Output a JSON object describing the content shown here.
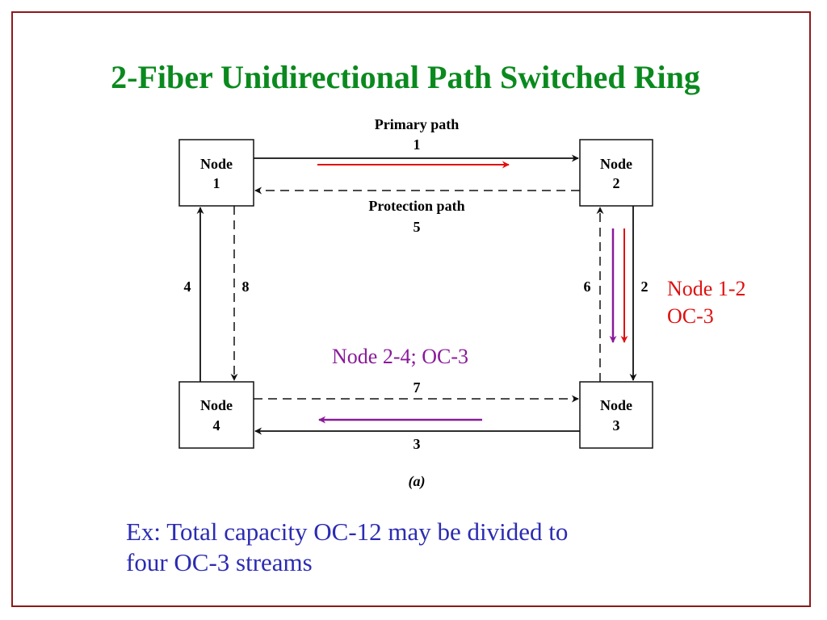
{
  "title": "2-Fiber Unidirectional Path Switched Ring",
  "diagram": {
    "nodes": [
      {
        "line1": "Node",
        "line2": "1"
      },
      {
        "line1": "Node",
        "line2": "2"
      },
      {
        "line1": "Node",
        "line2": "3"
      },
      {
        "line1": "Node",
        "line2": "4"
      }
    ],
    "primary_path_label": "Primary path",
    "protection_path_label": "Protection path",
    "link_numbers": {
      "top_primary": "1",
      "top_protection": "5",
      "right_primary": "2",
      "right_protection": "6",
      "bottom_primary": "3",
      "bottom_protection": "7",
      "left_primary": "4",
      "left_protection": "8"
    },
    "caption": "(a)",
    "colors": {
      "node_1_2_annotation": "#e01010",
      "node_2_4_annotation": "#8a1a9a",
      "diagram_lines": "#111111"
    }
  },
  "annotations": {
    "node_1_2": {
      "line1": "Node 1-2",
      "line2": "OC-3"
    },
    "node_2_4": "Node 2-4; OC-3"
  },
  "footer": {
    "line1": "Ex: Total capacity OC-12 may be divided to",
    "line2": "four OC-3 streams"
  }
}
